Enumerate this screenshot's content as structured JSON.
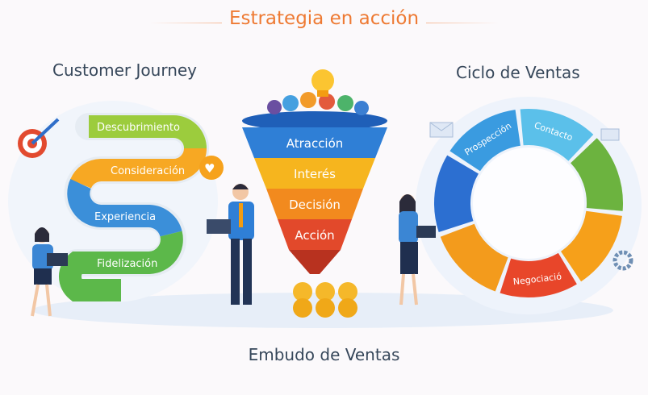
{
  "header": {
    "title": "Estrategia en acción"
  },
  "journey": {
    "title": "Customer Journey",
    "steps": [
      {
        "label": "Descubrimiento",
        "color": "#8cc63f"
      },
      {
        "label": "Consideración",
        "color": "#f7a823"
      },
      {
        "label": "Experiencia",
        "color": "#3b8fd9"
      },
      {
        "label": "Fidelización",
        "color": "#5cb84a"
      }
    ]
  },
  "funnel": {
    "title": "Embudo de Ventas",
    "stages": [
      {
        "label": "Atracción",
        "color": "#2f7fd6"
      },
      {
        "label": "Interés",
        "color": "#f6b51e"
      },
      {
        "label": "Decisión",
        "color": "#f28a1e"
      },
      {
        "label": "Acción",
        "color": "#e2492b"
      }
    ]
  },
  "cycle": {
    "title": "Ciclo de Ventas",
    "segments": [
      {
        "label": "Prospección",
        "color": "#3a9be0"
      },
      {
        "label": "Contacto",
        "color": "#5bc0ea"
      },
      {
        "label": "",
        "color": "#6cb33f"
      },
      {
        "label": "",
        "color": "#f6a01a"
      },
      {
        "label": "Negociació",
        "color": "#e8462a"
      },
      {
        "label": "",
        "color": "#f39b1c"
      },
      {
        "label": "",
        "color": "#2c6fd1"
      }
    ]
  }
}
